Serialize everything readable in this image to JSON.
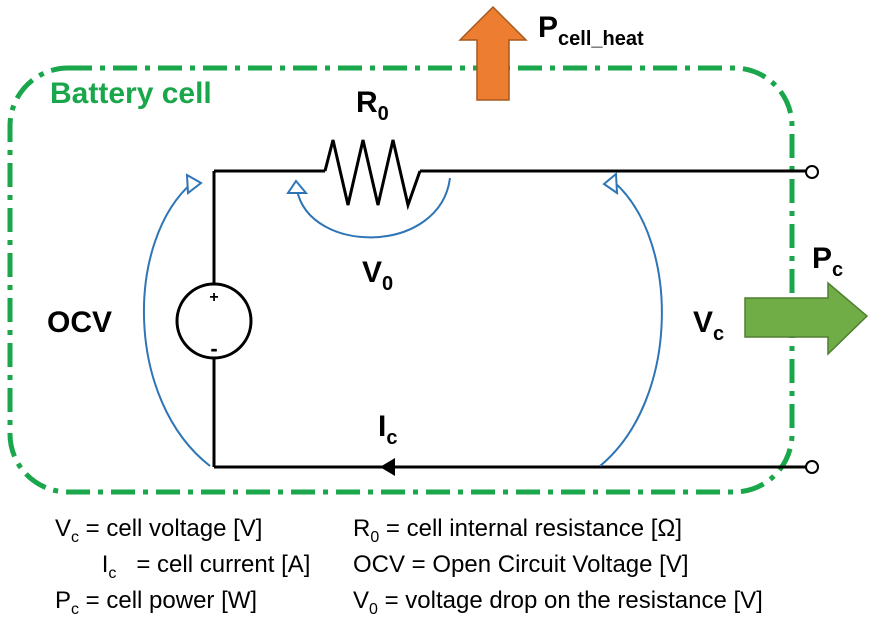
{
  "diagram": {
    "boundary_label": "Battery cell",
    "resistor": {
      "symbol": "R",
      "sub": "0"
    },
    "resistor_voltage": {
      "symbol": "V",
      "sub": "0"
    },
    "ocv_label": "OCV",
    "source_plus": "+",
    "source_minus": "-",
    "terminal_voltage": {
      "symbol": "V",
      "sub": "c"
    },
    "current": {
      "symbol": "I",
      "sub": "c"
    },
    "power_out": {
      "symbol": "P",
      "sub": "c"
    },
    "heat_power": {
      "symbol": "P",
      "sub": "cell_heat"
    }
  },
  "legend": {
    "left": [
      {
        "sym": "V",
        "sub": "c",
        "text": " = cell voltage [V]"
      },
      {
        "sym": "I",
        "sub": "c",
        "text": "   = cell current [A]"
      },
      {
        "sym": "P",
        "sub": "c",
        "text": " = cell power [W]"
      }
    ],
    "right": [
      {
        "sym": "R",
        "sub": "0",
        "text": " = cell internal resistance [Ω]"
      },
      {
        "sym": "OCV",
        "sub": "",
        "text": " = Open Circuit Voltage [V]"
      },
      {
        "sym": "V",
        "sub": "0",
        "text": " = voltage drop on the resistance [V]"
      }
    ]
  },
  "colors": {
    "boundary": "#1aa64a",
    "label_green": "#1aa64a",
    "voltage_arc": "#2e75b6",
    "heat_arrow": "#ed7d31",
    "power_arrow": "#70ad47",
    "wire": "#000000"
  }
}
